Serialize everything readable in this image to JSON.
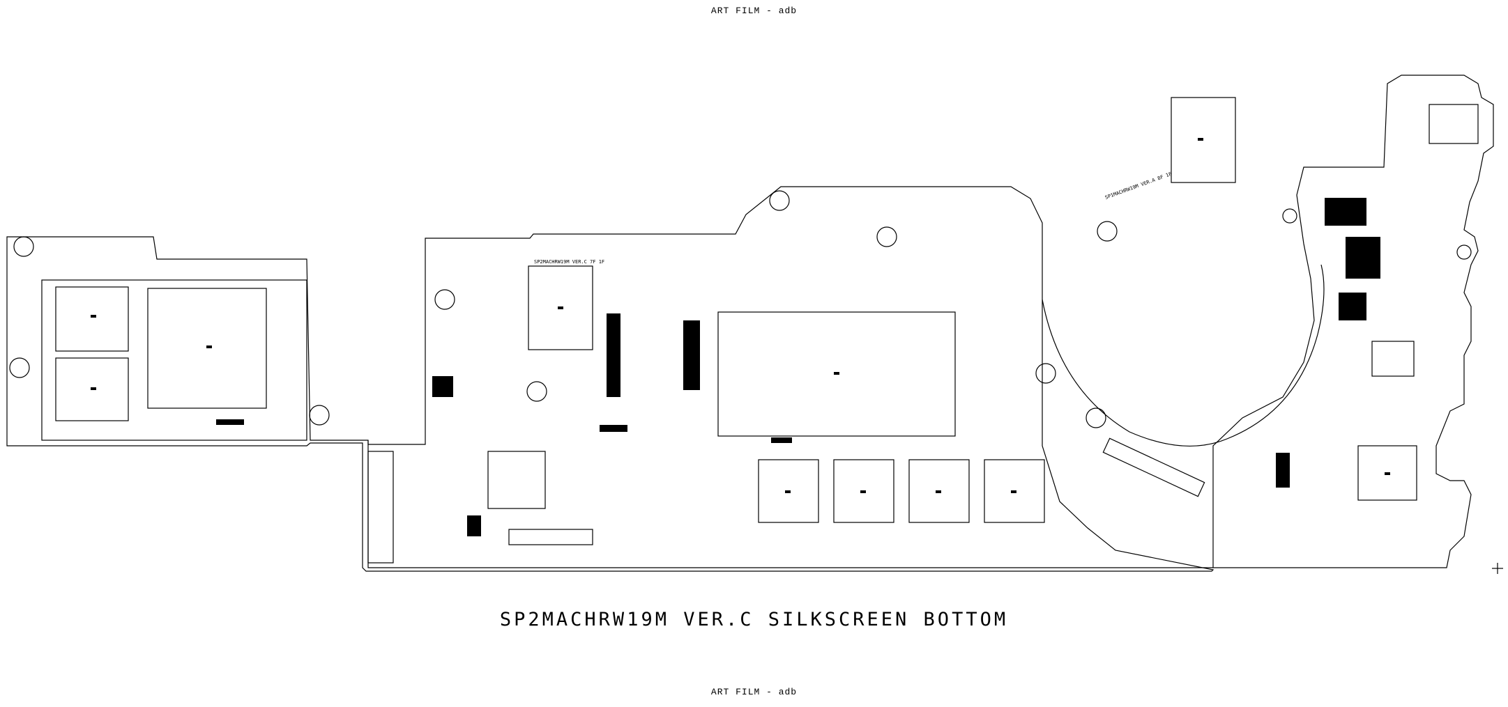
{
  "header": {
    "label": "ART FILM - adb"
  },
  "drawing": {
    "title": "SP2MACHRW19M VER.C SILKSCREEN BOTTOM",
    "board_silk_main": "SP2MACHRW19M VER.C 7F 1F",
    "board_silk_right": "SP1MACHRW19M VER.A 8F 1F"
  },
  "footer": {
    "label": "ART FILM - adb"
  },
  "colors": {
    "ink": "#000000",
    "paper": "#ffffff"
  }
}
